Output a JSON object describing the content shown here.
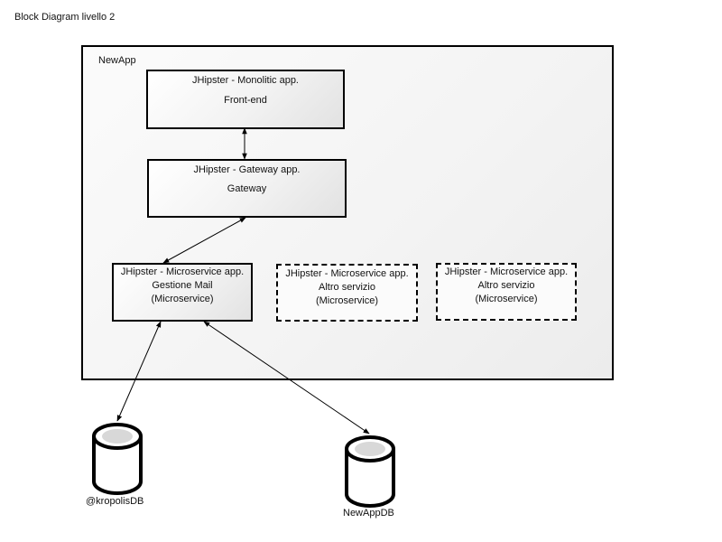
{
  "page_title": "Block Diagram livello 2",
  "container_label": "NewApp",
  "blocks": {
    "frontend": {
      "title": "JHipster - Monolitic app.",
      "subtitle": "Front-end"
    },
    "gateway": {
      "title": "JHipster - Gateway app.",
      "subtitle": "Gateway"
    },
    "mail_service": {
      "title": "JHipster - Microservice app.",
      "name": "Gestione Mail",
      "type": "(Microservice)"
    },
    "other_service_1": {
      "title": "JHipster - Microservice app.",
      "name": "Altro servizio",
      "type": "(Microservice)"
    },
    "other_service_2": {
      "title": "JHipster - Microservice app.",
      "name": "Altro servizio",
      "type": "(Microservice)"
    }
  },
  "databases": {
    "kropolis": "@kropolisDB",
    "newapp": "NewAppDB"
  }
}
